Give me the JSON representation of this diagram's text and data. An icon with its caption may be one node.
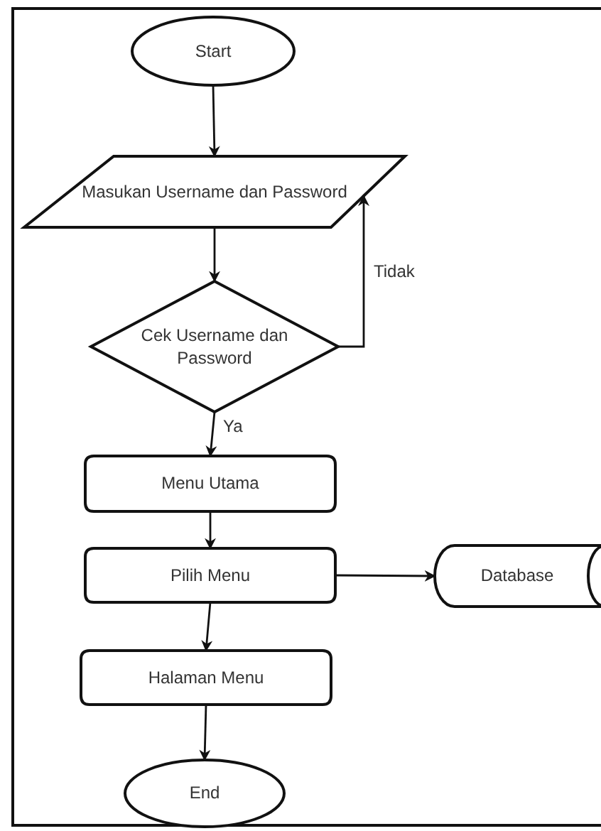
{
  "diagram": {
    "nodes": [
      {
        "text": [
          "Start"
        ]
      },
      {
        "text": [
          "Masukan Username dan Password"
        ]
      },
      {
        "text": [
          "Cek Username dan Password"
        ]
      },
      {
        "text": [
          "Menu Utama"
        ]
      },
      {
        "text": [
          "Pilih Menu"
        ]
      },
      {
        "text": [
          "Database"
        ]
      },
      {
        "text": [
          "Halaman Menu"
        ]
      },
      {
        "text": [
          "End"
        ]
      }
    ],
    "edges": [
      {
        "from": 0,
        "to": 1,
        "arrow": "to"
      },
      {
        "from": 1,
        "to": 2,
        "arrow": "to"
      },
      {
        "from": 2,
        "to": 1,
        "arrow": "to",
        "label": "Tidak"
      },
      {
        "from": 2,
        "to": 3,
        "arrow": "to",
        "label": "Ya"
      },
      {
        "from": 3,
        "to": 4,
        "arrow": "to"
      },
      {
        "from": 4,
        "to": 5,
        "arrow": "to"
      },
      {
        "from": 4,
        "to": 6,
        "arrow": "to"
      },
      {
        "from": 6,
        "to": 7,
        "arrow": "to"
      }
    ]
  }
}
